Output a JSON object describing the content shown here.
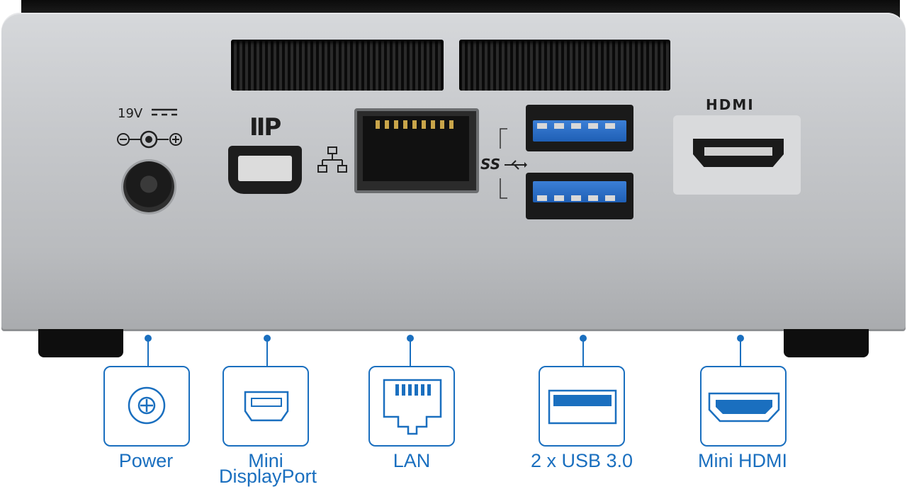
{
  "device": {
    "power_voltage": "19V",
    "hdmi_logo": "HDMI",
    "dp_logo": "ⅡP",
    "usb_logo": "SS"
  },
  "ports": [
    {
      "label": "Power",
      "icon": "power-icon"
    },
    {
      "label_line1": "Mini",
      "label_line2": "DisplayPort",
      "icon": "mini-displayport-icon"
    },
    {
      "label": "LAN",
      "icon": "lan-icon"
    },
    {
      "label": "2 x USB 3.0",
      "icon": "usb-icon"
    },
    {
      "label": "Mini HDMI",
      "icon": "hdmi-icon"
    }
  ],
  "colors": {
    "accent": "#1a6fbf",
    "usb_blue": "#2a6fc9",
    "chassis": "#c7c9cc",
    "black": "#111111"
  }
}
